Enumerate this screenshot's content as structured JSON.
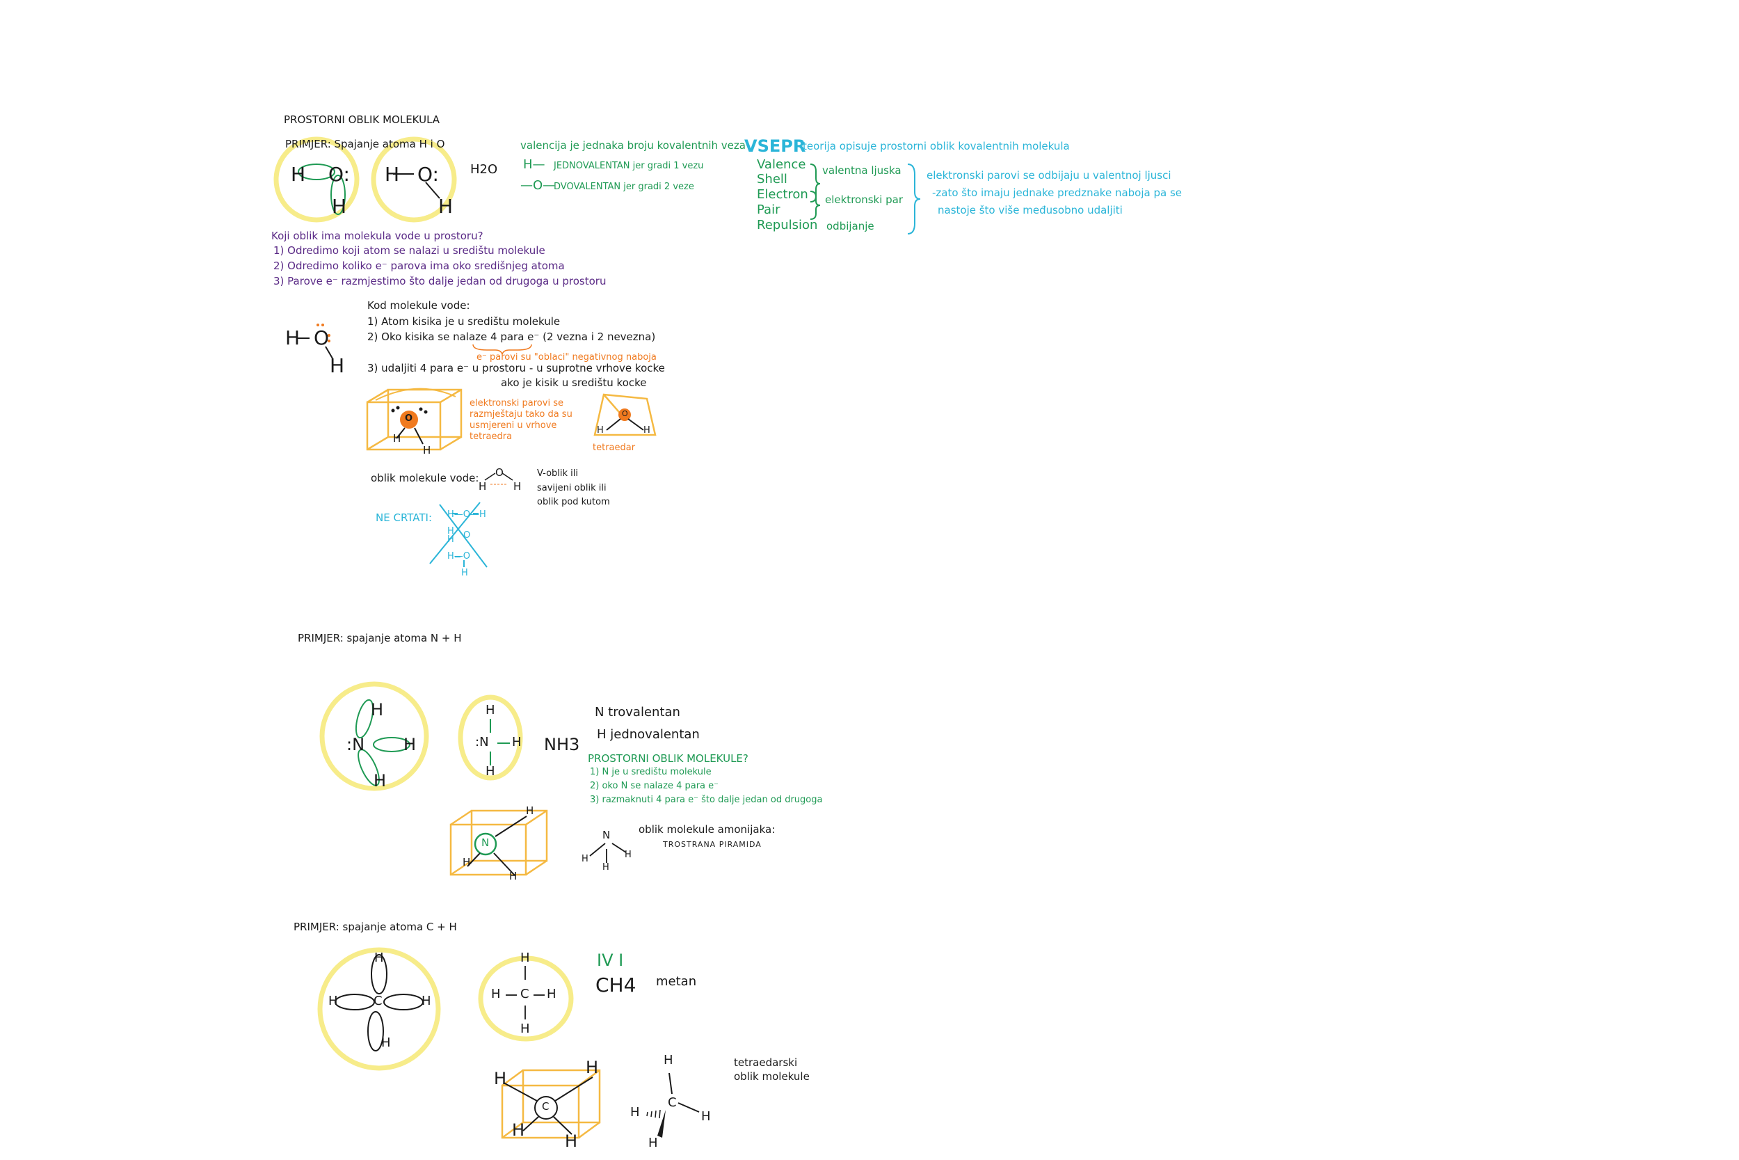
{
  "title": "PROSTORNI OBLIK MOLEKULA",
  "section1": {
    "heading": "PRIMJER: Spajanje atoma H i O",
    "formula": "H2O",
    "valencija": {
      "line": "valencija je jednaka broju kovalentnih veza",
      "jedno_symbol": "H—",
      "jedno": "JEDNOVALENTAN jer gradi 1 vezu",
      "dvo_symbol": "—O—",
      "dvo": "DVOVALENTAN jer gradi 2 veze"
    },
    "vsepr": {
      "title": "VSEPR",
      "subtitle": "teorija opisuje prostorni oblik kovalentnih molekula",
      "words": [
        "Valence",
        "Shell",
        "Electron",
        "Pair",
        "Repulsion"
      ],
      "gloss1": "valentna ljuska",
      "gloss2": "elektronski par",
      "gloss3": "odbijanje",
      "note1": "elektronski parovi se odbijaju u valentnoj ljusci",
      "note2": "-zato što imaju jednake predznake naboja pa se",
      "note3": "nastoje što više međusobno udaljiti"
    },
    "question": "Koji oblik ima molekula vode u prostoru?",
    "steps": [
      "1) Odredimo koji atom se nalazi u središtu molekule",
      "2) Odredimo koliko e⁻ parova ima oko središnjeg atoma",
      "3) Parove e⁻ razmjestimo što dalje jedan od drugoga u prostoru"
    ],
    "kod": {
      "heading": "Kod molekule vode:",
      "l1": "1) Atom kisika je u središtu molekule",
      "l2": "2) Oko kisika se nalaze 4 para e⁻ (2 vezna i 2 nevezna)",
      "note": "e⁻ parovi su \"oblaci\" negativnog naboja",
      "l3": "3) udaljiti 4 para e⁻ u prostoru - u suprotne vrhove kocke",
      "l3b": "ako je kisik u središtu kocke"
    },
    "orange_note": [
      "elektronski parovi se",
      "razmještaju tako da su",
      "usmjereni u vrhove",
      "tetraedra"
    ],
    "tetraedar": "tetraedar",
    "oblik_label": "oblik molekule vode:",
    "oblik_desc": [
      "V-oblik ili",
      "savijeni oblik ili",
      "oblik pod kutom"
    ],
    "ne_crtati": "NE CRTATI:"
  },
  "section2": {
    "heading": "PRIMJER: spajanje atoma N + H",
    "formula": "NH3",
    "n_val": "N trovalentan",
    "h_val": "H jednovalentan",
    "q": "PROSTORNI OBLIK MOLEKULE?",
    "steps": [
      "1) N je u središtu molekule",
      "2) oko N se nalaze 4 para e⁻",
      "3) razmaknuti 4 para e⁻ što dalje jedan od drugoga"
    ],
    "oblik_label": "oblik molekule amonijaka:",
    "oblik": "TROSTRANA PIRAMIDA"
  },
  "section3": {
    "heading": "PRIMJER: spajanje atoma C + H",
    "valences": "IV I",
    "formula": "CH4",
    "name": "metan",
    "oblik": [
      "tetraedarski",
      "oblik molekule"
    ]
  },
  "colors": {
    "ink": "#1a1a1a",
    "green": "#1f9a54",
    "purple": "#5a2a86",
    "cyan": "#2bb5d8",
    "orange": "#f07a1f",
    "yellow": "#f7ec8a",
    "cube": "#f5b942"
  }
}
